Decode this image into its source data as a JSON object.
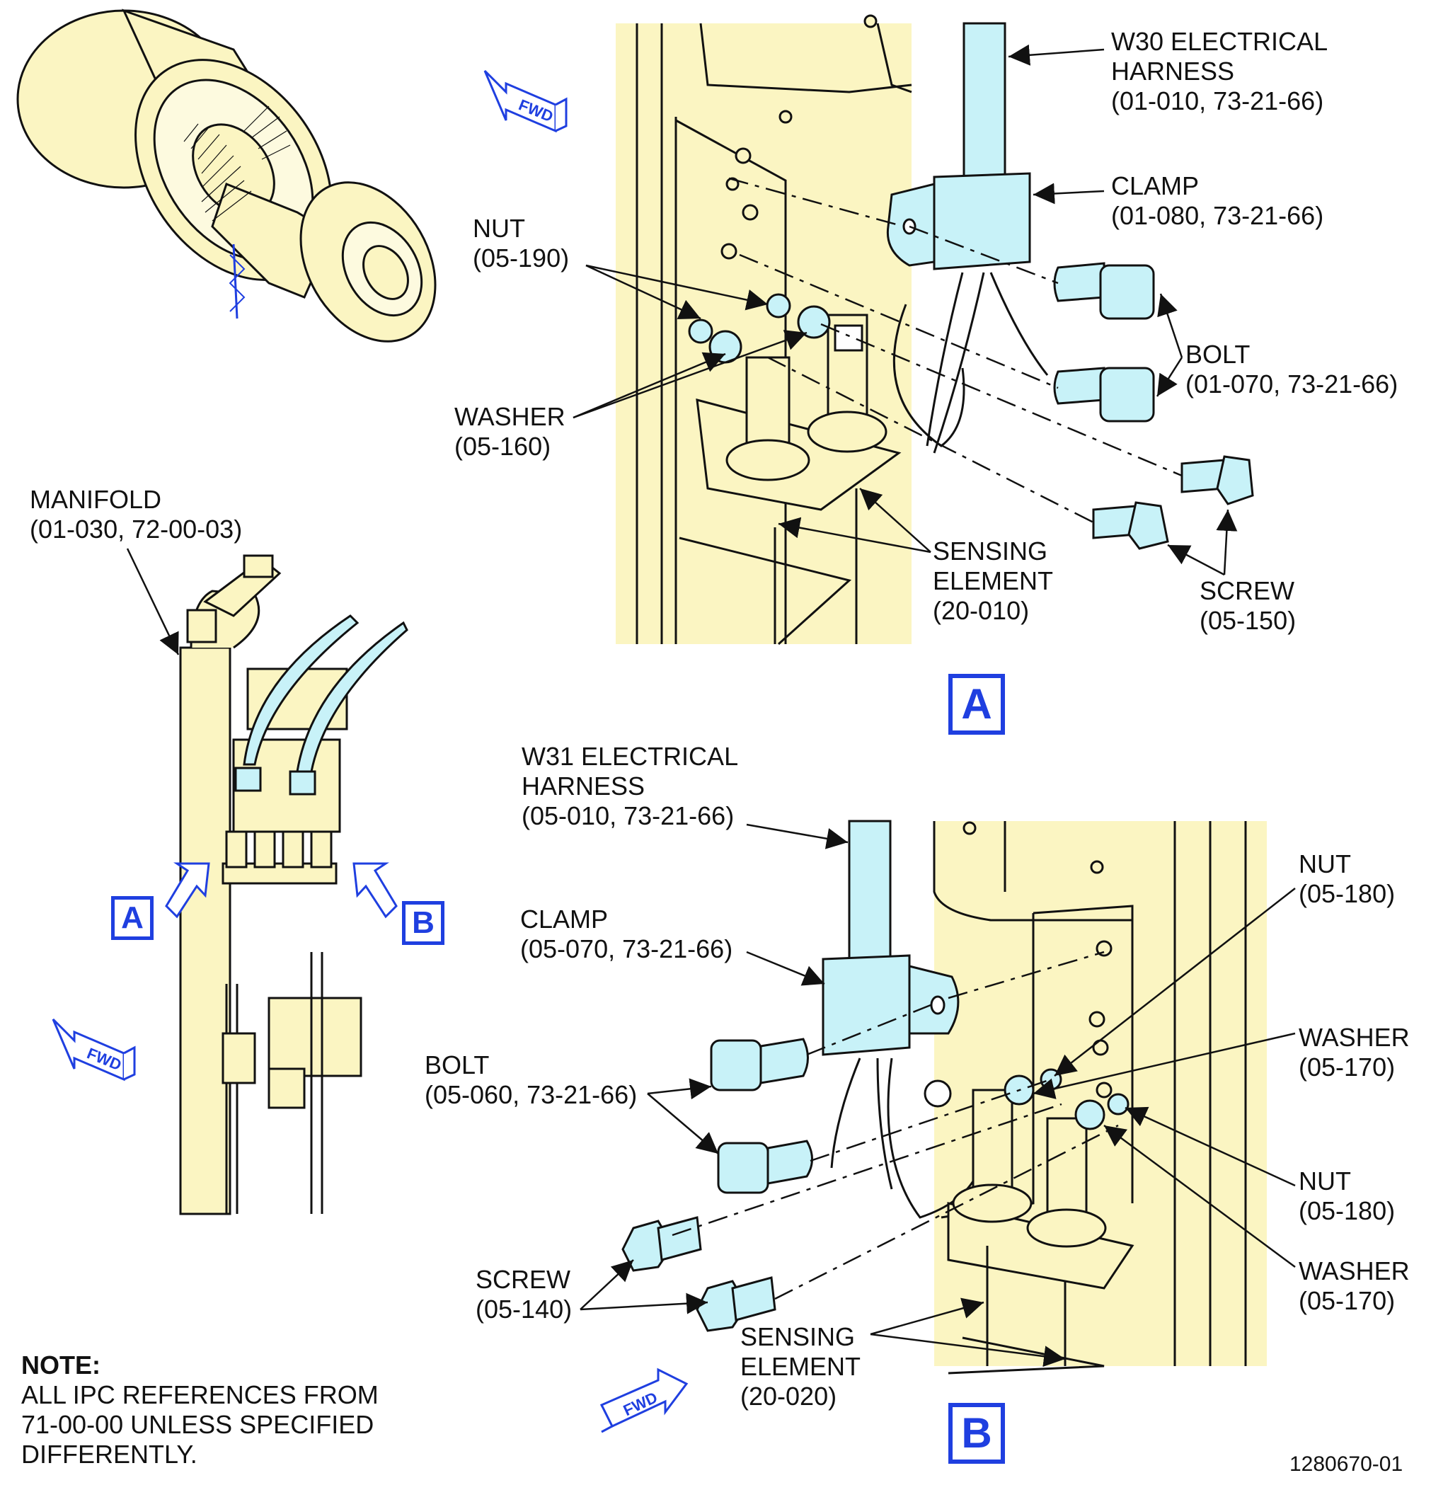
{
  "labels": {
    "w30": [
      "W30 ELECTRICAL",
      "HARNESS",
      "(01-010, 73-21-66)"
    ],
    "clamp_a": [
      "CLAMP",
      "(01-080, 73-21-66)"
    ],
    "nut_a": [
      "NUT",
      "(05-190)"
    ],
    "bolt_a": [
      "BOLT",
      "(01-070, 73-21-66)"
    ],
    "washer_a": [
      "WASHER",
      "(05-160)"
    ],
    "sensing_a": [
      "SENSING",
      "ELEMENT",
      "(20-010)"
    ],
    "screw_a": [
      "SCREW",
      "(05-150)"
    ],
    "manifold": [
      "MANIFOLD",
      "(01-030, 72-00-03)"
    ],
    "w31": [
      "W31 ELECTRICAL",
      "HARNESS",
      "(05-010, 73-21-66)"
    ],
    "clamp_b": [
      "CLAMP",
      "(05-070, 73-21-66)"
    ],
    "bolt_b": [
      "BOLT",
      "(05-060, 73-21-66)"
    ],
    "nut_b1": [
      "NUT",
      "(05-180)"
    ],
    "washer_b1": [
      "WASHER",
      "(05-170)"
    ],
    "nut_b2": [
      "NUT",
      "(05-180)"
    ],
    "washer_b2": [
      "WASHER",
      "(05-170)"
    ],
    "screw_b": [
      "SCREW",
      "(05-140)"
    ],
    "sensing_b": [
      "SENSING",
      "ELEMENT",
      "(20-020)"
    ]
  },
  "callouts": {
    "view_a": "A",
    "view_b": "B",
    "locator_a": "A",
    "locator_b": "B"
  },
  "fwd_label": "FWD",
  "note": {
    "heading": "NOTE:",
    "lines": [
      "ALL IPC REFERENCES FROM",
      "71-00-00 UNLESS SPECIFIED",
      "DIFFERENTLY."
    ]
  },
  "figure_number": "1280670-01",
  "colors": {
    "part_fill": "#fbf5c2",
    "harness_fill": "#c8f2f8",
    "callout_blue": "#1f3fe0",
    "line": "#111111"
  }
}
